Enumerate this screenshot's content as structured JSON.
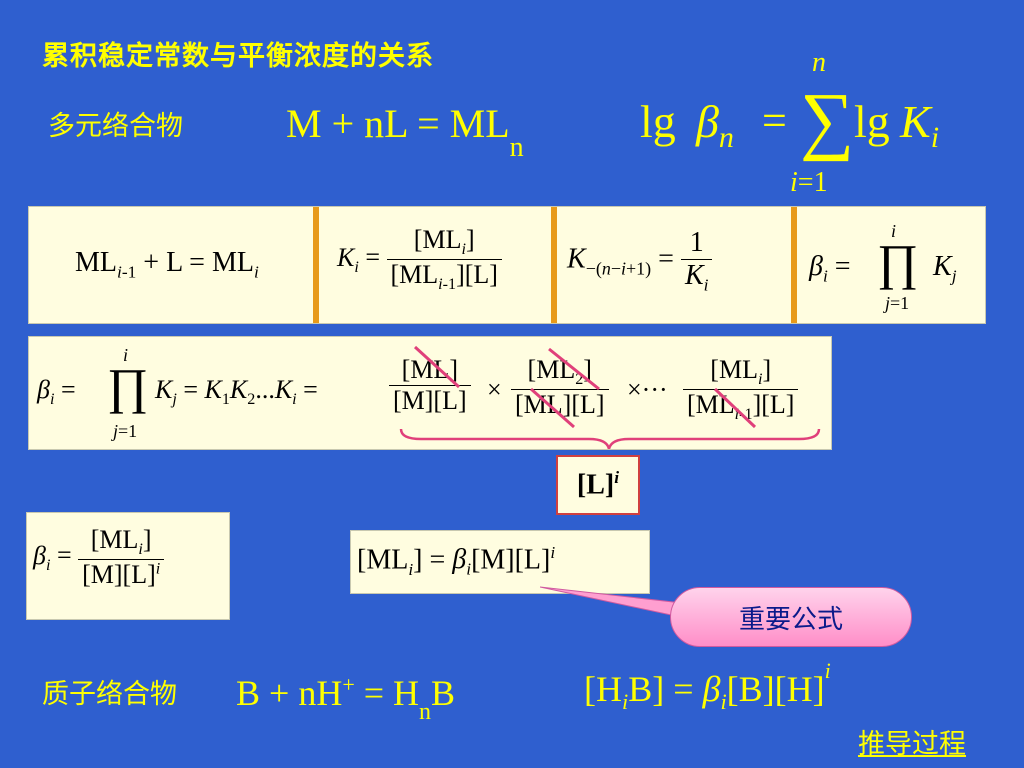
{
  "title": "累积稳定常数与平衡浓度的关系",
  "section1": {
    "label": "多元络合物"
  },
  "section2": {
    "label": "质子络合物"
  },
  "callout": {
    "text": "重要公式"
  },
  "nav": {
    "link": "推导过程"
  },
  "brace_result": "[L]",
  "colors": {
    "background": "#2f5fcf",
    "text": "#ffff00",
    "box": "#fffde0",
    "separator": "#e79a1a",
    "strike": "#e0407a"
  }
}
